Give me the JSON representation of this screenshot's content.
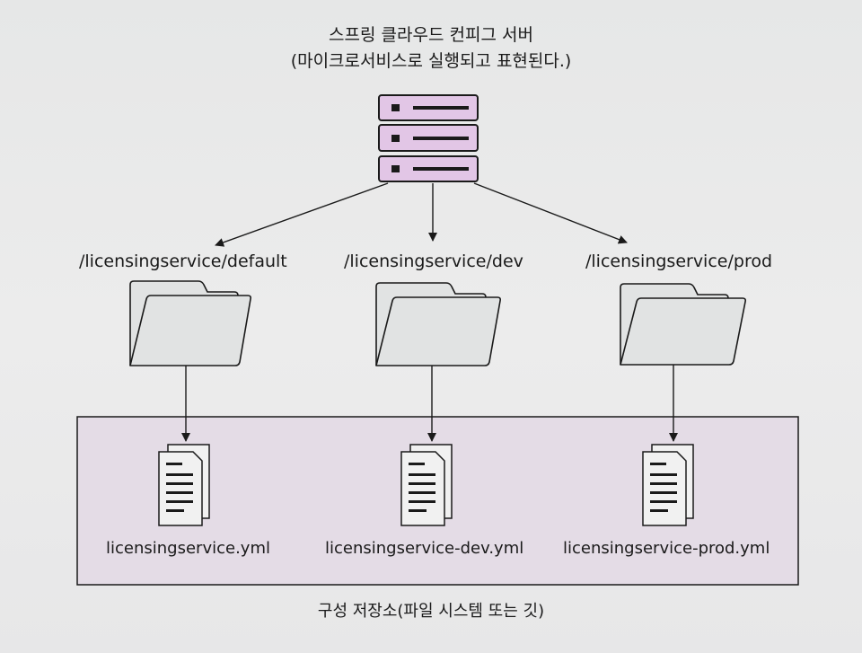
{
  "server": {
    "title_line1": "스프링 클라우드 컨피그 서버",
    "title_line2": "(마이크로서비스로 실행되고 표현된다.)"
  },
  "folders": [
    {
      "path": "/licensingservice/default",
      "file": "licensingservice.yml"
    },
    {
      "path": "/licensingservice/dev",
      "file": "licensingservice-dev.yml"
    },
    {
      "path": "/licensingservice/prod",
      "file": "licensingservice-prod.yml"
    }
  ],
  "repository": {
    "label": "구성 저장소(파일 시스템 또는 깃)"
  },
  "colors": {
    "server_fill": "#e2c6e6",
    "repo_fill": "#e4dce6",
    "folder_fill": "#e1e3e3",
    "doc_fill": "#f1f1f1",
    "stroke": "#1a1a1a"
  },
  "icons": {
    "server": "server-rack-icon",
    "folder": "folder-icon",
    "document": "document-stack-icon"
  }
}
